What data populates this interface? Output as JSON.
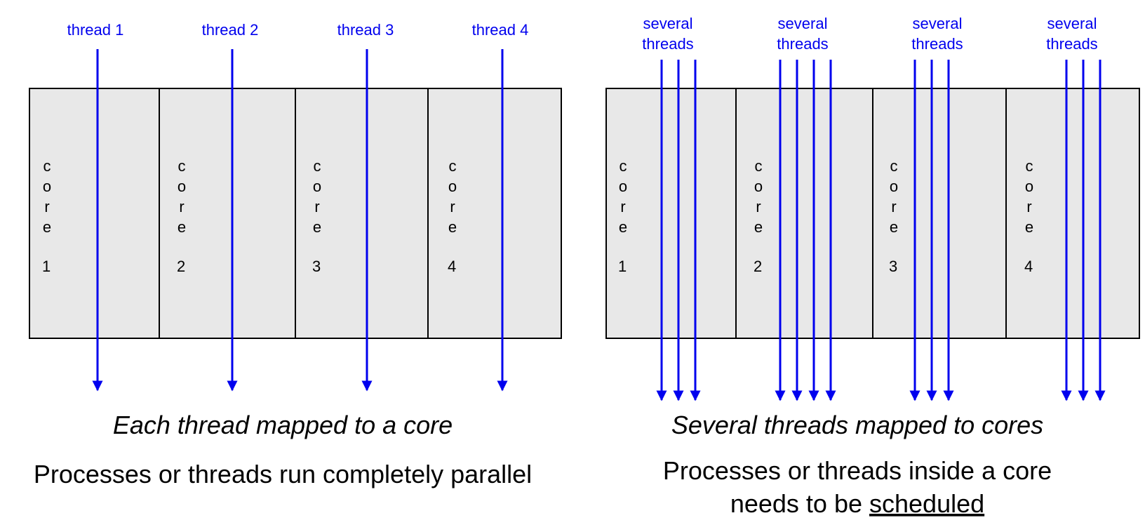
{
  "colors": {
    "arrow": "#0000ee",
    "core_fill": "#e8e8e8",
    "core_stroke": "#000000",
    "text": "#000000"
  },
  "left_panel": {
    "threads": [
      {
        "label": "thread 1",
        "core": 1
      },
      {
        "label": "thread 2",
        "core": 2
      },
      {
        "label": "thread 3",
        "core": 3
      },
      {
        "label": "thread 4",
        "core": 4
      }
    ],
    "cores": [
      {
        "word": "core",
        "number": "1"
      },
      {
        "word": "core",
        "number": "2"
      },
      {
        "word": "core",
        "number": "3"
      },
      {
        "word": "core",
        "number": "4"
      }
    ],
    "caption": "Each thread mapped to a core",
    "description": "Processes or threads run completely parallel"
  },
  "right_panel": {
    "groups": [
      {
        "label_line1": "several",
        "label_line2": "threads",
        "core": 1,
        "arrow_count": 3
      },
      {
        "label_line1": "several",
        "label_line2": "threads",
        "core": 2,
        "arrow_count": 4
      },
      {
        "label_line1": "several",
        "label_line2": "threads",
        "core": 3,
        "arrow_count": 3
      },
      {
        "label_line1": "several",
        "label_line2": "threads",
        "core": 4,
        "arrow_count": 3
      }
    ],
    "cores": [
      {
        "word": "core",
        "number": "1"
      },
      {
        "word": "core",
        "number": "2"
      },
      {
        "word": "core",
        "number": "3"
      },
      {
        "word": "core",
        "number": "4"
      }
    ],
    "caption": "Several threads mapped to cores",
    "description_line1": "Processes or threads inside a core",
    "description_line2_prefix": "needs to be ",
    "description_line2_emphasis": "scheduled"
  }
}
